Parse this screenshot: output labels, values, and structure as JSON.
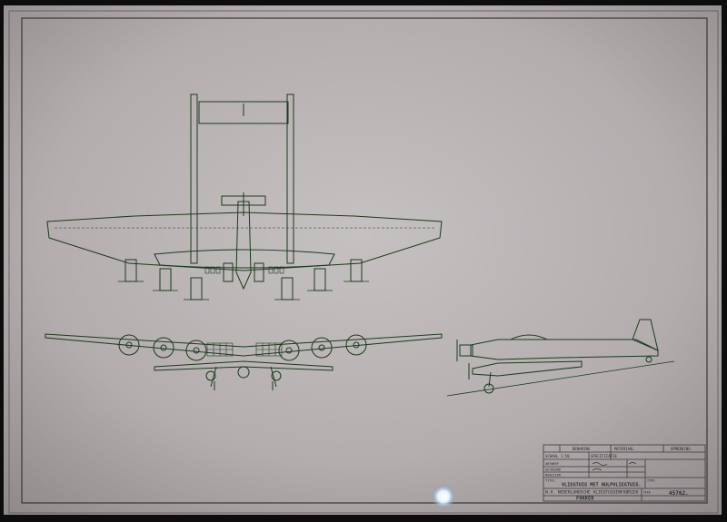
{
  "title_block": {
    "header_row": {
      "col1": "BENAMING",
      "col2": "MATERIAAL",
      "col3": "OPMERKING"
    },
    "scale_label": "SCHAAL 1:50",
    "specification_label": "SPECIFICATIE",
    "rows": {
      "ontwerp": "ONTWERP",
      "getekend": "GETEKEND",
      "nagezien": "NAGEZIEN"
    },
    "title_label": "TITEL:",
    "title": "VLIEGTUIG MET HULPVLIEGTUIG.",
    "type_label": "TYPE",
    "company": "N.V. NEDERLANDSCHE VLIEGTUIGENFABRIEK",
    "brand": "FOKKER",
    "drawing_number_label": "TEEK",
    "drawing_number": "45762."
  }
}
